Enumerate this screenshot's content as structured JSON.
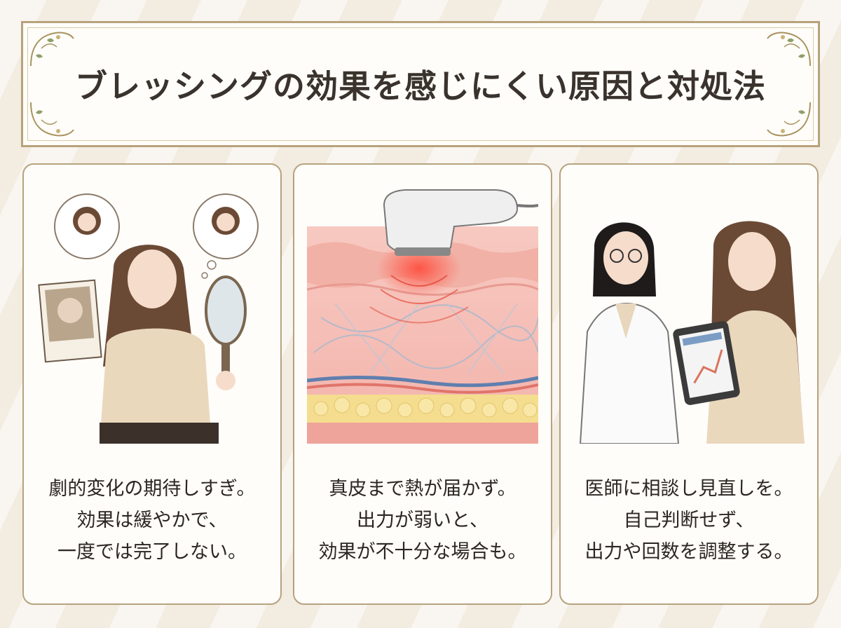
{
  "title": "ブレッシングの効果を感じにくい原因と対処法",
  "cards": [
    {
      "illustration": "woman-holding-mirror-comparing-expectations",
      "lines": [
        "劇的変化の期待しすぎ。",
        "効果は緩やかで、",
        "一度では完了しない。"
      ]
    },
    {
      "illustration": "skin-cross-section-with-device",
      "lines": [
        "真皮まで熱が届かず。",
        "出力が弱いと、",
        "効果が不十分な場合も。"
      ]
    },
    {
      "illustration": "doctor-consulting-patient-with-tablet",
      "lines": [
        "医師に相談し見直しを。",
        "自己判断せず、",
        "出力や回数を調整する。"
      ]
    }
  ],
  "colors": {
    "frame_gold": "#b8a27c",
    "text_dark": "#2b2622",
    "background": "#f4efe6"
  }
}
